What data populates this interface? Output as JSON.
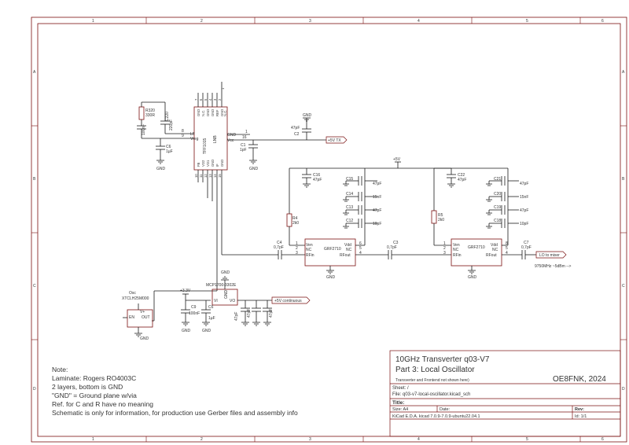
{
  "border": {
    "columns": [
      "1",
      "2",
      "3",
      "4",
      "5",
      "6"
    ],
    "rows": [
      "A",
      "B",
      "C",
      "D"
    ]
  },
  "components": {
    "r320": {
      "ref": "R320",
      "value": "330R"
    },
    "c_100nf_left": {
      "value": "100nF"
    },
    "c220": {
      "ref": "C220",
      "value": "220pF"
    },
    "c6_top": {
      "ref": "C6",
      "value": "1µF"
    },
    "tff1015": {
      "ref": "TFF1015",
      "pins_top": [
        "7",
        "6",
        "5",
        "4",
        "3",
        "2",
        "1"
      ],
      "pins_top_names": [
        "GND",
        "N.C.",
        "GND",
        "GND",
        "REF",
        "GND",
        "N.C."
      ],
      "pin_lf": "LF",
      "pin_vreg": "Vreg",
      "pin_gnd": "GND",
      "pin_vcc": "Vcc",
      "pin_lnb": "LNB",
      "pins_bottom": [
        "10",
        "11",
        "12",
        "13",
        "14",
        "15"
      ],
      "pins_bottom_names": [
        "FB",
        "VO2",
        "VO1",
        "GND",
        "IF",
        "GND"
      ],
      "pin8": "8",
      "pin9": "9",
      "pin16": "16",
      "pin1": "1"
    },
    "c1": {
      "ref": "C1",
      "value": "1pF"
    },
    "c2": {
      "ref": "C2",
      "value": "47pF"
    },
    "gnd_label": "GND",
    "plus5v_tx": "+5V TX",
    "plus5v": "+5V",
    "c16": {
      "ref": "C16",
      "value": "47pF"
    },
    "c15": {
      "ref": "C15",
      "value": "47pF"
    },
    "c14": {
      "ref": "C14",
      "value": "15nF"
    },
    "c13": {
      "ref": "C13",
      "value": "47pF"
    },
    "c12": {
      "ref": "C12",
      "value": "10pF"
    },
    "c22": {
      "ref": "C22",
      "value": "47pF"
    },
    "c21": {
      "ref": "C21",
      "value": "47pF"
    },
    "c20": {
      "ref": "C20",
      "value": "15nF"
    },
    "c19": {
      "ref": "C19",
      "value": "47pF"
    },
    "c18": {
      "ref": "C18",
      "value": "10pF"
    },
    "r4": {
      "ref": "R4",
      "value": "2k0"
    },
    "r5": {
      "ref": "R5",
      "value": "2k0"
    },
    "c4": {
      "ref": "C4",
      "value": "0,7pF"
    },
    "c3": {
      "ref": "C3",
      "value": "0,7pF"
    },
    "c7": {
      "ref": "C7",
      "value": "0,7pF"
    },
    "grf1": {
      "ref": "GRF2710",
      "vpin": "Ven",
      "nc": "NC",
      "rfin": "RFin",
      "vdd": "Vdd",
      "nc2": "NC",
      "rfout": "RFout",
      "p1": "1",
      "p2": "2",
      "p3": "3",
      "p4": "4",
      "p5": "5",
      "p6": "6"
    },
    "grf2": {
      "ref": "GRF2710",
      "vpin": "Ven",
      "nc": "NC",
      "rfin": "RFin",
      "vdd": "Vdd",
      "nc2": "NC",
      "rfout": "RFout",
      "p1": "1",
      "p2": "2",
      "p3": "3",
      "p4": "4",
      "p5": "5",
      "p6": "8"
    },
    "lo_label": "LO to mixer",
    "lo_note": "9750MHz ~5dBm -->",
    "osc": {
      "ref": "Osc",
      "value": "XTCLH25M000",
      "en": "EN",
      "out": "OUT",
      "vcc": "V+"
    },
    "plus3v3": "+3.3V",
    "mcp": {
      "ref": "MCP1700-3302E",
      "vi": "VI",
      "vo": "VO",
      "gnd": "GND"
    },
    "c9": {
      "ref": "C9",
      "value": "100nF"
    },
    "c6_bot": {
      "ref": "C6",
      "value": "1µF"
    },
    "c_bot3": {
      "value": "47pF"
    },
    "c_bot4": {
      "value": "47pF"
    },
    "c_bot5": {
      "value": "47pF"
    },
    "plus5v_cont": "+5V continuous"
  },
  "notes": [
    "Note:",
    "Laminate: Rogers RO4003C",
    "2 layers, bottom is GND",
    "\"GND\" = Ground plane w/via",
    "Ref. for C and R have no meaning",
    "Schematic is only for information, for production use Gerber files and assembly info"
  ],
  "title_block": {
    "line1": "10GHz Transverter q03-V7",
    "line2": "Part 3: Local Oscillator",
    "sub": "Transverter and Frontend not shown here)",
    "author": "OE8FNK, 2024",
    "sheet": "Sheet: /",
    "file": "File: q03-v7-local-oscillator.kicad_sch",
    "title_label": "Title:",
    "size": "Size: A4",
    "date": "Date:",
    "rev": "Rev:",
    "kicad": "KiCad E.D.A.  kicad 7.0.9-7.0.9-ubuntu22.04.1",
    "id": "Id: 1/1"
  },
  "colors": {
    "line": "#7a1010",
    "wire": "#1a1a1a",
    "text": "#333333",
    "border": "#7a1010"
  }
}
